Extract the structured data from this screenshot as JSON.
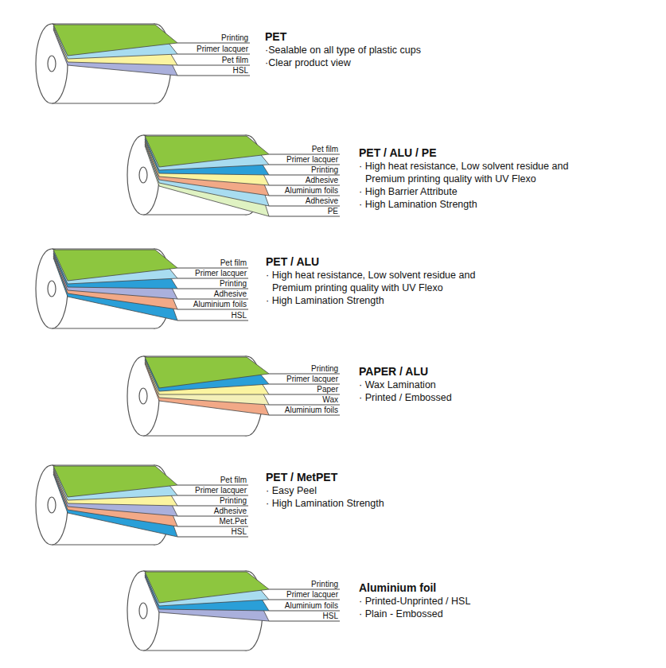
{
  "diagram": {
    "labels": [
      "Printing",
      "Primer lacquer",
      "Pet film",
      "HSL",
      "PET",
      "·Sealable on all type of plastic cups",
      "·Clear product view",
      "Pet film",
      "Primer lacquer",
      "Printing",
      "Adhesive",
      "Aluminium foils",
      "Adhesive",
      "PE",
      "PET / ALU / PE",
      "· High heat resistance, Low solvent residue and Premium printing quality with UV Flexo",
      "· High Barrier Attribute",
      "· High Lamination Strength",
      "Pet film",
      "Primer lacquer",
      "Printing",
      "Adhesive",
      "Aluminium foils",
      "HSL",
      "PET / ALU",
      "· High heat resistance, Low solvent residue and Premium printing quality with UV Flexo",
      "· High Lamination Strength",
      "Printing",
      "Primer lacquer",
      "Paper",
      "Wax",
      "Aluminium foils",
      "PAPER / ALU",
      "· Wax Lamination",
      "· Printed / Embossed",
      "Pet film",
      "Primer lacquer",
      "Printing",
      "Adhesive",
      "Met.Pet",
      "HSL",
      "PET / MetPET",
      "· Easy Peel",
      "· High Lamination Strength",
      "Printing",
      "Primer lacquer",
      "Aluminium foils",
      "HSL",
      "Aluminium foil",
      "· Printed-Unprinted / HSL",
      "· Plain - Embossed"
    ]
  }
}
